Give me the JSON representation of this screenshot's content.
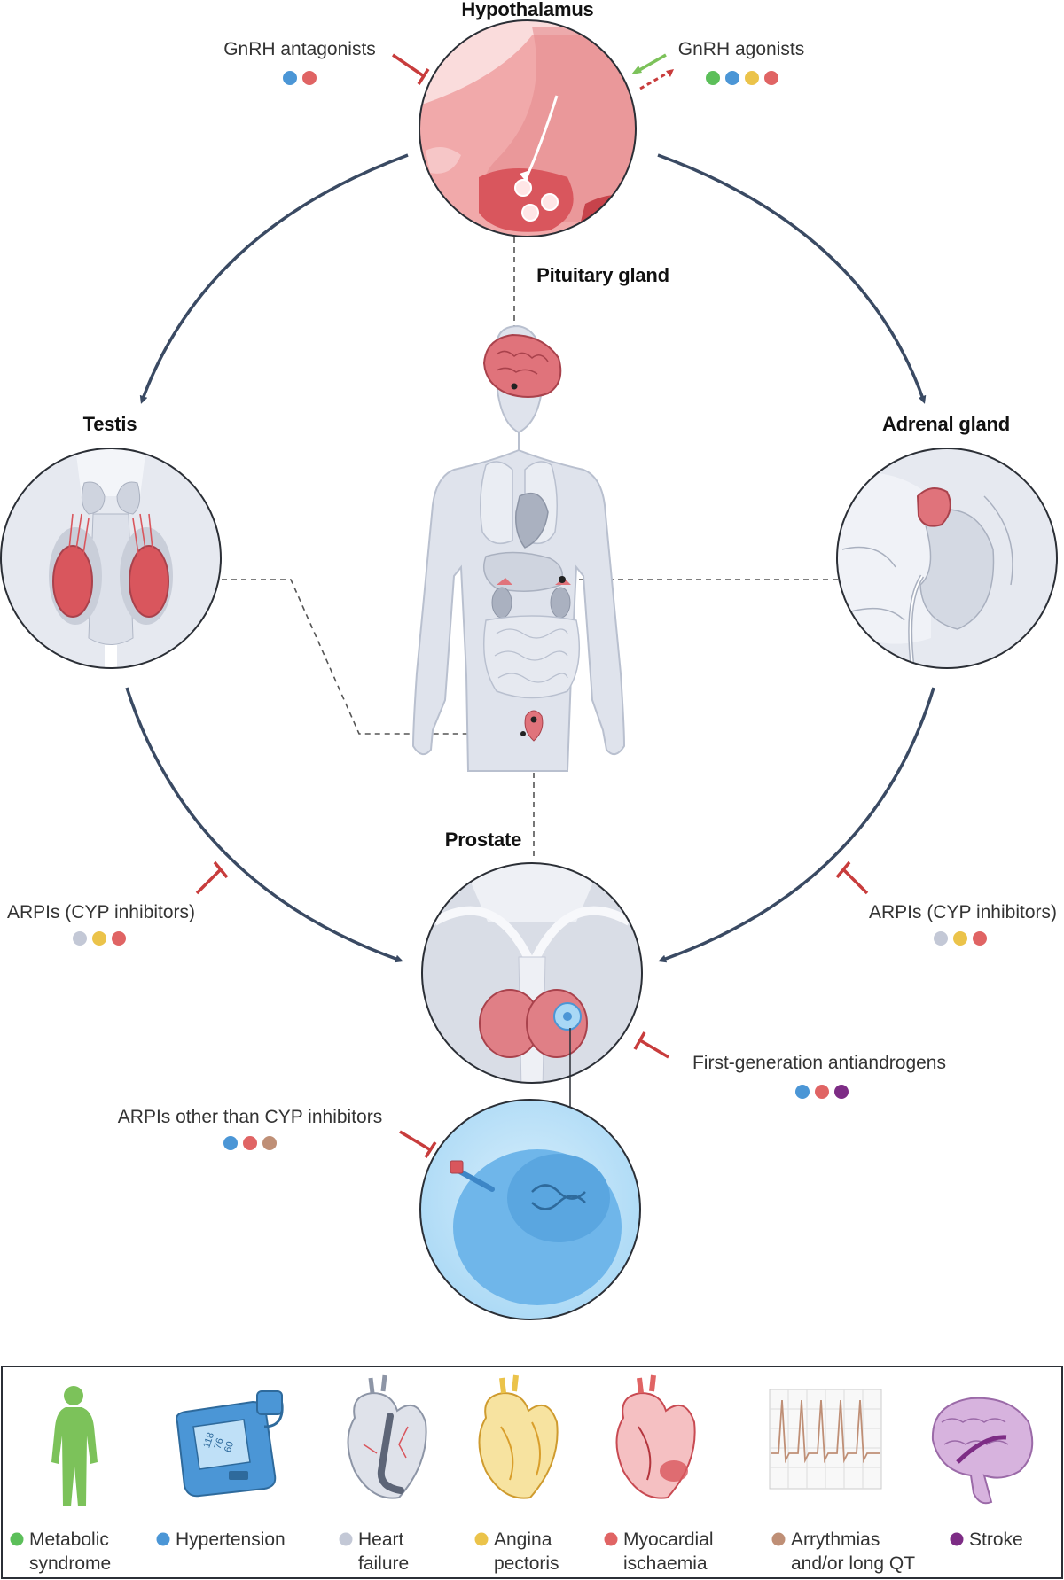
{
  "colors": {
    "metabolic": "#5cbf5a",
    "hypertension": "#4b96d6",
    "heart_failure": "#c3c8d6",
    "angina": "#ebc34a",
    "ischaemia": "#e06464",
    "arrhythmia": "#bf8f76",
    "stroke": "#7d2c85",
    "arrow": "#3a4a63",
    "inhibit": "#c83c3c",
    "agonist_green": "#7cc25a"
  },
  "organs": {
    "hypothalamus": "Hypothalamus",
    "pituitary": "Pituitary gland",
    "testis": "Testis",
    "adrenal": "Adrenal gland",
    "prostate": "Prostate"
  },
  "drugs": {
    "gnrh_antagonists": {
      "label": "GnRH antagonists",
      "risks": [
        "hypertension",
        "ischaemia"
      ]
    },
    "gnrh_agonists": {
      "label": "GnRH agonists",
      "risks": [
        "metabolic",
        "hypertension",
        "angina",
        "ischaemia"
      ]
    },
    "arpi_left": {
      "label": "ARPIs (CYP inhibitors)",
      "risks": [
        "heart_failure",
        "angina",
        "ischaemia"
      ]
    },
    "arpi_right": {
      "label": "ARPIs (CYP inhibitors)",
      "risks": [
        "heart_failure",
        "angina",
        "ischaemia"
      ]
    },
    "first_gen": {
      "label": "First-generation antiandrogens",
      "risks": [
        "hypertension",
        "ischaemia",
        "stroke"
      ]
    },
    "arpi_other": {
      "label": "ARPIs other than CYP inhibitors",
      "risks": [
        "hypertension",
        "ischaemia",
        "arrhythmia"
      ]
    }
  },
  "legend": [
    {
      "key": "metabolic",
      "line1": "Metabolic",
      "line2": "syndrome",
      "icon": "body-silhouette-icon"
    },
    {
      "key": "hypertension",
      "line1": "Hypertension",
      "line2": "",
      "icon": "blood-pressure-monitor-icon"
    },
    {
      "key": "heart_failure",
      "line1": "Heart",
      "line2": "failure",
      "icon": "heart-failure-icon"
    },
    {
      "key": "angina",
      "line1": "Angina",
      "line2": "pectoris",
      "icon": "angina-heart-icon"
    },
    {
      "key": "ischaemia",
      "line1": "Myocardial",
      "line2": "ischaemia",
      "icon": "ischaemic-heart-icon"
    },
    {
      "key": "arrhythmia",
      "line1": "Arrythmias",
      "line2": "and/or long QT",
      "icon": "ecg-icon"
    },
    {
      "key": "stroke",
      "line1": "Stroke",
      "line2": "",
      "icon": "brain-stroke-icon"
    }
  ],
  "monitor_reading": [
    "118",
    "76",
    "60"
  ]
}
